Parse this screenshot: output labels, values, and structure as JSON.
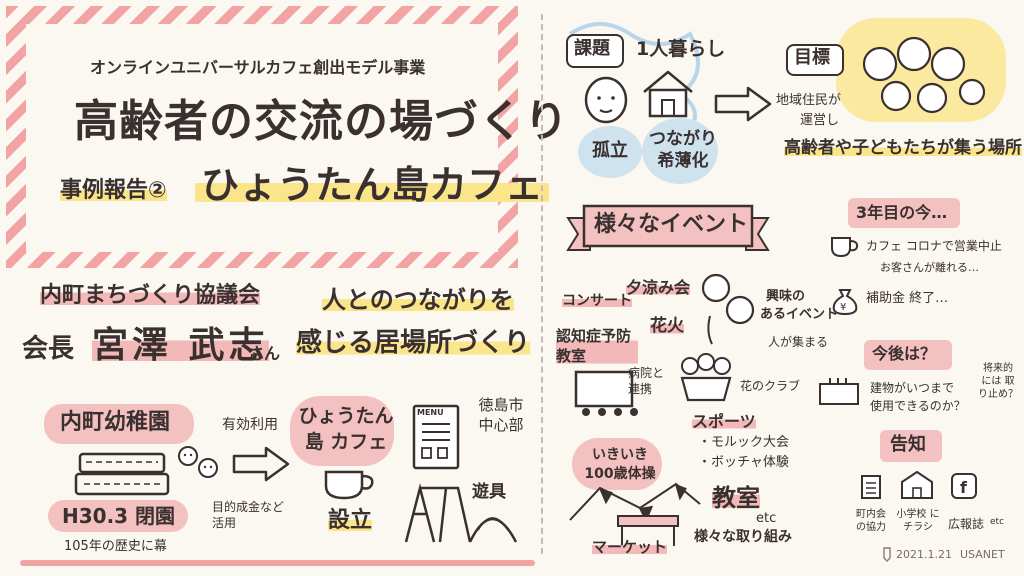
{
  "header": {
    "project": "オンラインユニバーサルカフェ創出モデル事業",
    "main_title": "高齢者の交流の場づくり",
    "case_label": "事例報告②",
    "cafe_name": "ひょうたん島カフェ"
  },
  "speaker": {
    "org": "内町まちづくり協議会",
    "role": "会長",
    "name": "宮澤 武志",
    "honorific": "さん"
  },
  "slogan": {
    "line1": "人とのつながりを",
    "line2": "感じる居場所づくり"
  },
  "origin": {
    "kindergarten": "内町幼稚園",
    "closed": "H30.3 閉園",
    "history": "105年の歴史に幕",
    "use_label": "有効利用",
    "subsidy_label": "目的成金など 活用",
    "cafe_bubble": "ひょうたん島 カフェ",
    "established": "設立",
    "menu_label": "MENU",
    "location": "徳島市 中心部",
    "playground": "遊具"
  },
  "issue": {
    "label": "課題",
    "living_alone": "1人暮らし",
    "isolation": "孤立",
    "weak_ties": "つながり 希薄化"
  },
  "goal": {
    "label": "目標",
    "desc_line1": "地域住民が",
    "desc_line2": "運営し",
    "desc_line3": "高齢者や子どもたちが集う場所"
  },
  "events": {
    "banner": "様々なイベント",
    "concert": "コンサート",
    "evening": "夕涼み会",
    "dementia": "認知症予防 教室",
    "fireworks": "花火",
    "hospital": "病院と 連携",
    "interest_line1": "興味の",
    "interest_line2": "あるイベント",
    "people_gather": "人が集まる",
    "flower_club": "花のクラブ",
    "sports": "スポーツ",
    "molkky": "・モルック大会",
    "boccia": "・ボッチャ体験",
    "exercise": "いきいき 100歳体操",
    "classroom": "教室",
    "etc": "etc",
    "efforts": "様々な取り組み",
    "market": "マーケット"
  },
  "now": {
    "title": "3年目の今…",
    "cafe_closed": "カフェ コロナで営業中止",
    "customers_leave": "お客さんが離れる…",
    "subsidy_end": "補助金 終了…"
  },
  "future": {
    "title": "今後は？",
    "building_q_line1": "建物がいつまで",
    "building_q_line2": "使用できるのか？",
    "future_q": "将来的 には 取り止め？"
  },
  "notice": {
    "title": "告知",
    "town_assoc": "町内会 の協力",
    "school_flyer": "小学校 にチラシ",
    "pr_line1": "広報誌",
    "pr_line2": "etc"
  },
  "footer": {
    "date": "2021.1.21",
    "credit": "USANET"
  },
  "colors": {
    "pink": "#f2a3a3",
    "pink_fill": "#f4c1c1",
    "yellow": "#fbe58a",
    "blue": "#cfe3ef",
    "ink": "#3a3030"
  }
}
